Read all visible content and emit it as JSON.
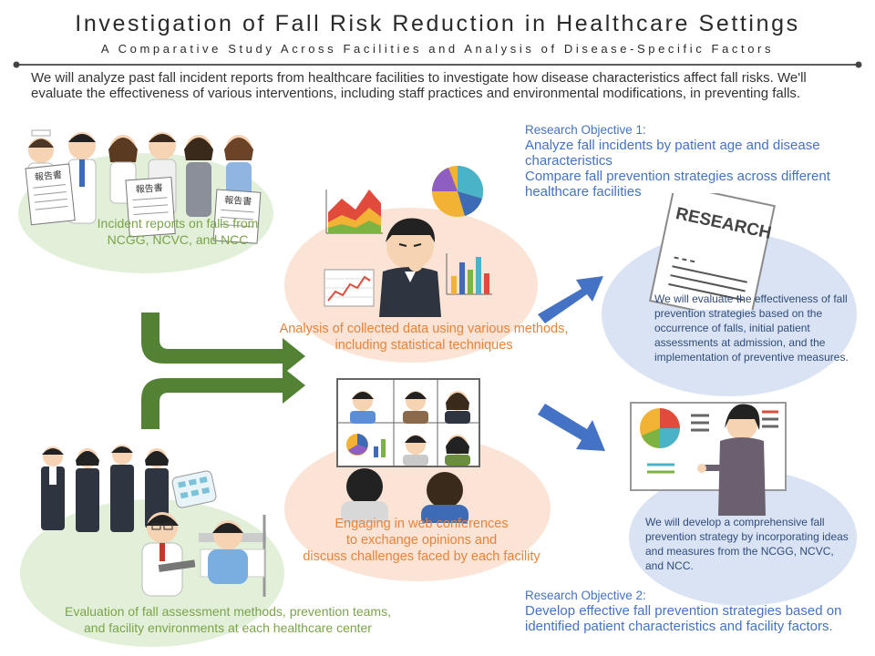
{
  "header": {
    "title": "Investigation of Fall Risk Reduction in Healthcare Settings",
    "subtitle": "A Comparative Study Across Facilities and Analysis of Disease-Specific Factors"
  },
  "intro": "We will analyze past fall incident reports from healthcare facilities to investigate how disease characteristics affect fall risks. We'll evaluate the effectiveness of various interventions, including staff practices and environmental modifications, in preventing falls.",
  "incident_reports": {
    "report_stamp": "報告書",
    "caption_line1": "Incident reports on falls from",
    "caption_line2": "NCGG, NCVC, and NCC"
  },
  "analysis": {
    "caption_line1": "Analysis of collected data using various methods,",
    "caption_line2": "including statistical techniques"
  },
  "conference": {
    "caption_line1": "Engaging in web conferences",
    "caption_line2": "to exchange opinions and",
    "caption_line3": "discuss challenges faced by each facility"
  },
  "evaluation": {
    "caption_line1": "Evaluation of fall assessment methods, prevention teams,",
    "caption_line2": "and facility environments at each healthcare center"
  },
  "objective1": {
    "heading": "Research Objective 1:",
    "line1": "Analyze fall incidents by patient age and disease characteristics",
    "line2": "Compare fall prevention strategies across different healthcare facilities"
  },
  "research_doc": {
    "label": "RESEARCH",
    "description": "We will evaluate the effectiveness of fall prevention strategies based on the occurrence of falls, initial patient assessments at admission, and the implementation of preventive measures."
  },
  "strategy": {
    "description": "We will develop a comprehensive fall prevention strategy by incorporating ideas and measures from the NCGG, NCVC, and NCC."
  },
  "objective2": {
    "heading": "Research Objective 2:",
    "body": "Develop effective fall prevention strategies based on identified patient characteristics and facility factors."
  },
  "colors": {
    "green_arrow": "#548235",
    "blue_arrow": "#4472c4",
    "orange_blob": "#fbe3d6",
    "green_blob": "#e2f0d9",
    "blue_blob": "#dae3f3"
  }
}
